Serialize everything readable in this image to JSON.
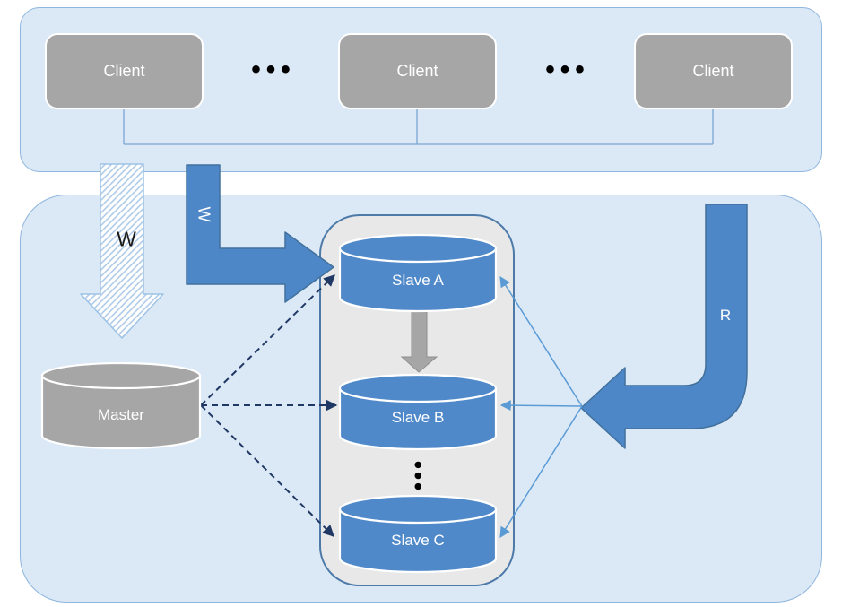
{
  "clients_panel": {
    "clients": [
      "Client",
      "Client",
      "Client"
    ],
    "ellipsis": "•••"
  },
  "write_flows": {
    "direct_write_label": "W",
    "routed_write_label": "W"
  },
  "read_flow": {
    "read_label": "R"
  },
  "database_panel": {
    "master_label": "Master",
    "slave_group": {
      "slaves": [
        "Slave A",
        "Slave B",
        "Slave C"
      ],
      "ellipsis": "•••"
    }
  },
  "icons": {
    "direct_write_arrow": "hatched-down-arrow-icon",
    "routed_write_arrow": "bent-right-arrow-icon",
    "read_arrow": "j-curve-left-arrow-icon",
    "replication_arrow": "gray-down-arrow-icon"
  },
  "colors": {
    "panel_fill": "#dbe8f6",
    "panel_border": "#8fb6de",
    "node_gray": "#a6a6a6",
    "arrow_blue": "#4e87c8",
    "arrow_blue_border": "#41719c",
    "cylinder_blue": "#5089c9",
    "container_fill": "#e8e8e8",
    "container_border": "#4d7aa9",
    "dashed_navy": "#1f3864",
    "thin_blue": "#5b9bd5",
    "hatch_blue": "#a9c7e6"
  }
}
